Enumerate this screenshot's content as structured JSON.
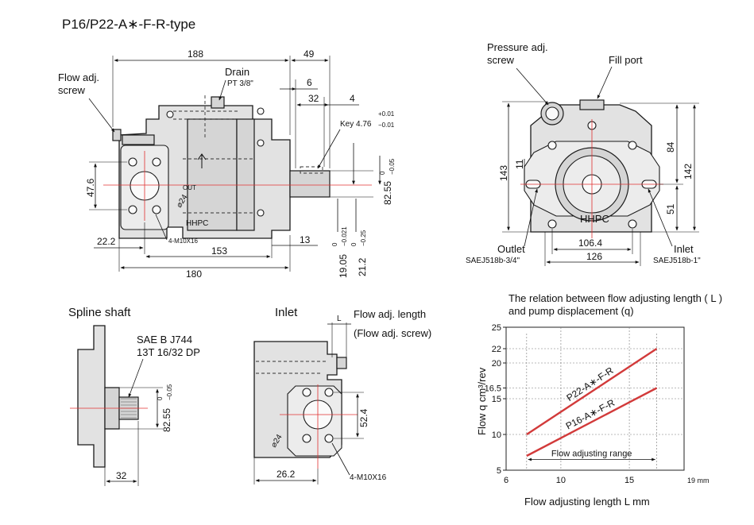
{
  "title": "P16/P22-A∗-F-R-type",
  "side_view": {
    "flow_adj_screw": [
      "Flow adj.",
      "screw"
    ],
    "drain": "Drain",
    "drain_thread": "PT 3/8\"",
    "out": "OUT",
    "brand": "HHPC",
    "bolt_note": "4-M10X16",
    "port_dia": "⌀24",
    "key": "Key 4.76",
    "key_tol_upper": "+0.01",
    "key_tol_lower": "−0.01",
    "dims": {
      "d188": "188",
      "d49": "49",
      "d6": "6",
      "d32": "32",
      "d4": "4",
      "d47_6": "47.6",
      "d22_2": "22.2",
      "d153": "153",
      "d180": "180",
      "d13": "13",
      "d82_55": "82.55",
      "d82_tol_upper": "0",
      "d82_tol_lower": "−0.05",
      "d19_05": "19.05",
      "d19_tol_upper": "0",
      "d19_tol_lower": "−0.021",
      "d21_2": "21.2",
      "d21_tol_upper": "0",
      "d21_tol_lower": "−0.25"
    }
  },
  "front_view": {
    "pressure_adj_screw": [
      "Pressure adj.",
      "screw"
    ],
    "fill_port": "Fill port",
    "brand": "HHPC",
    "outlet": "Outlet",
    "outlet_spec": "SAEJ518b-3/4\"",
    "inlet": "Inlet",
    "inlet_spec": "SAEJ518b-1\"",
    "dims": {
      "d143": "143",
      "d11": "11",
      "d84": "84",
      "d142": "142",
      "d51": "51",
      "d106_4": "106.4",
      "d126": "126"
    }
  },
  "spline": {
    "title": "Spline shaft",
    "spec": [
      "SAE B J744",
      "13T 16/32 DP"
    ],
    "d82_55": "82.55",
    "tol_upper": "0",
    "tol_lower": "−0.05",
    "d32": "32"
  },
  "inlet_view": {
    "title": "Inlet",
    "flow_adj_length": "Flow adj. length",
    "flow_adj_screw": "(Flow adj. screw)",
    "L": "L",
    "port_dia": "⌀24",
    "d52_4": "52.4",
    "d26_2": "26.2",
    "bolt_note": "4-M10X16"
  },
  "chart_caption": [
    "The relation between flow adjusting length ( L )",
    "and pump displacement (q)"
  ],
  "chart_data": {
    "type": "line",
    "title": "",
    "xlabel": "Flow adjusting length L mm",
    "ylabel": "Flow  q  cm³/rev",
    "x_unit": "19 mm",
    "xlim": [
      6,
      19
    ],
    "ylim": [
      5,
      25
    ],
    "xticks": [
      6,
      10,
      15
    ],
    "yticks": [
      5,
      10,
      15,
      16.5,
      20,
      22,
      25
    ],
    "grid": true,
    "series": [
      {
        "name": "P22-A∗-F-R",
        "x": [
          7.5,
          17
        ],
        "y": [
          10,
          22
        ]
      },
      {
        "name": "P16-A∗-F-R",
        "x": [
          7.5,
          17
        ],
        "y": [
          7,
          16.5
        ]
      }
    ],
    "range_x": [
      7.5,
      17
    ],
    "range_label": "Flow adjusting range"
  }
}
